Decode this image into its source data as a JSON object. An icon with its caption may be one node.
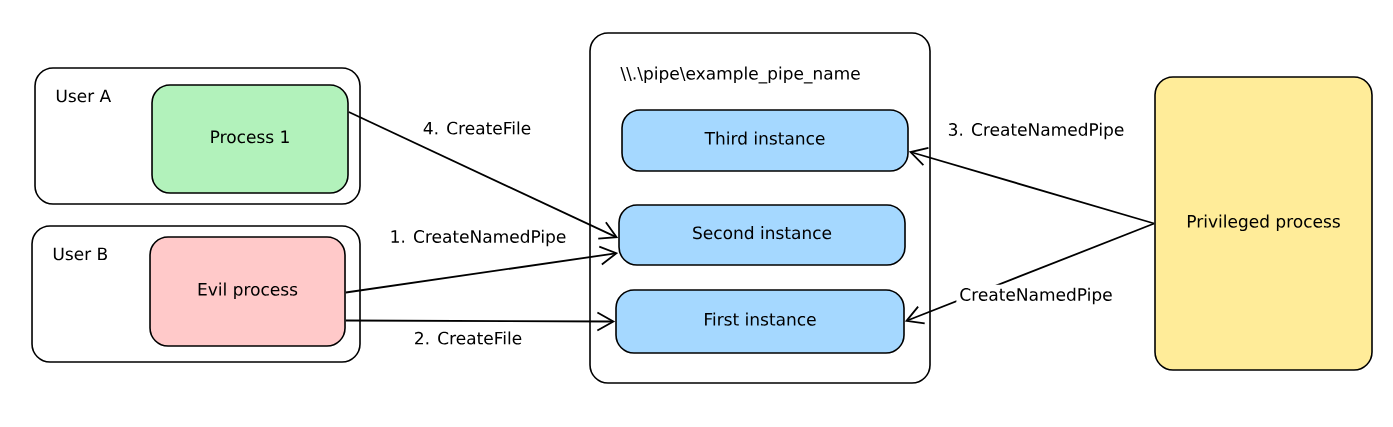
{
  "diagram": {
    "nodes": [
      {
        "text": [
          "User A"
        ]
      },
      {
        "text": [
          "Process 1"
        ],
        "in": 0
      },
      {
        "text": [
          "User B"
        ]
      },
      {
        "text": [
          "Evil process"
        ],
        "in": 2
      },
      {
        "text": [
          "\\\\.\\pipe\\example_pipe_name"
        ]
      },
      {
        "text": [
          "Third instance"
        ],
        "in": 4
      },
      {
        "text": [
          "Second instance"
        ],
        "in": 4
      },
      {
        "text": [
          "First instance"
        ],
        "in": 4
      },
      {
        "text": [
          "Privileged process"
        ]
      }
    ],
    "edges": [
      {
        "from": 1,
        "to": 6,
        "arrow": "to",
        "label": "4. CreateFile"
      },
      {
        "from": 3,
        "to": 6,
        "arrow": "to",
        "label": "1. CreateNamedPipe"
      },
      {
        "from": 3,
        "to": 7,
        "arrow": "to",
        "label": "2. CreateFile"
      },
      {
        "from": 8,
        "to": 5,
        "arrow": "to",
        "label": "3. CreateNamedPipe"
      },
      {
        "from": 8,
        "to": 7,
        "arrow": "to",
        "label": "CreateNamedPipe"
      }
    ]
  }
}
